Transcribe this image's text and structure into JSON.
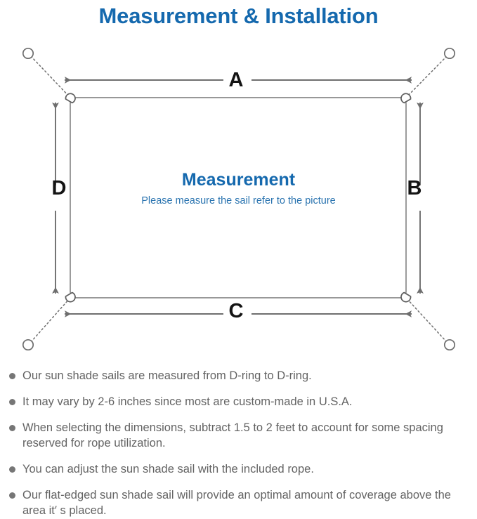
{
  "title": "Measurement & Installation",
  "diagram": {
    "center_title": "Measurement",
    "center_subtitle": "Please measure the sail refer to the picture",
    "dimensions": {
      "top": "A",
      "right": "B",
      "bottom": "C",
      "left": "D"
    },
    "colors": {
      "accent_blue": "#1569ae",
      "subtitle_blue": "#2a74b0",
      "line_gray": "#737373",
      "sail_stroke": "#8a8a8a",
      "text_gray": "#636363"
    },
    "parts": {
      "anchor_ring": "anchor-ring",
      "rope": "dotted-rope-line",
      "d_ring": "d-ring",
      "sail": "shade-sail-panel"
    }
  },
  "notes": [
    "Our sun shade sails are measured from D-ring to D-ring.",
    "It may vary by 2-6 inches since most are custom-made in U.S.A.",
    "When selecting the dimensions, subtract 1.5 to 2 feet to account for some spacing reserved for rope utilization.",
    "You can adjust the sun shade sail with the included rope.",
    "Our flat-edged sun shade sail will provide an optimal amount of coverage above the area it′  s placed."
  ]
}
